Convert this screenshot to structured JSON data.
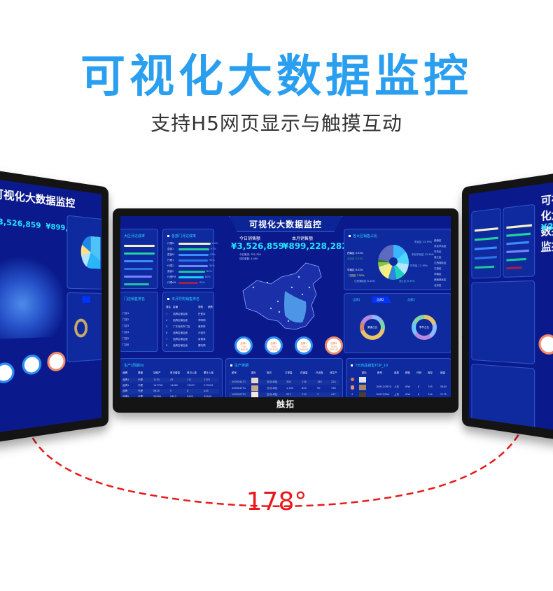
{
  "hero": {
    "title": "可视化大数据监控",
    "subtitle": "支持H5网页显示与触摸互动"
  },
  "angle": {
    "label": "178°",
    "color": "#e8191b"
  },
  "colors": {
    "title_blue": "#2a9ff0",
    "screen_bg": "#0a1a8c",
    "panel_bg": "#0f2a9e",
    "accent_cyan": "#27e0ff",
    "bezel": "#141414"
  },
  "monitor": {
    "brand": "触拓",
    "dashboard": {
      "title": "可视化大数据监控",
      "kpis": {
        "today_label": "今日销售额",
        "today_value": "¥3,526,859",
        "month_label": "本月销售额",
        "month_value": "¥899,228,282",
        "sub_rows": [
          {
            "label": "今日客流:",
            "value": "351,326"
          },
          {
            "label": "成交单数:",
            "value": "4,490"
          }
        ]
      },
      "panels": {
        "region_rate": {
          "title": "大区月达成率",
          "bars": [
            {
              "value": "%",
              "color": "#f5f0c8",
              "width": 86
            },
            {
              "value": "%",
              "color": "#22d3a0",
              "width": 86
            },
            {
              "value": "%",
              "color": "#3b8cff",
              "width": 82
            },
            {
              "value": "%",
              "color": "#2a74e8",
              "width": 80
            },
            {
              "value": "%",
              "color": "#6f86ff",
              "width": 78
            },
            {
              "value": "%",
              "color": "#18c79a",
              "width": 70
            }
          ]
        },
        "dept_rate": {
          "title": "各部门月达成率",
          "bars": [
            {
              "label": "代理M",
              "value": "100%",
              "color": "#f5f0c8",
              "width": 66
            },
            {
              "label": "直营1",
              "value": "97%",
              "color": "#22d3a0",
              "width": 64
            },
            {
              "label": "直营M",
              "value": "93%",
              "color": "#3b8cff",
              "width": 62
            },
            {
              "label": "代理1",
              "value": "92%",
              "color": "#2a74e8",
              "width": 61
            },
            {
              "label": "代理2",
              "value": "92%",
              "color": "#6f86ff",
              "width": 61
            },
            {
              "label": "直营2",
              "value": "84%",
              "color": "#18c79a",
              "width": 56
            },
            {
              "label": "代理PM",
              "value": "80%",
              "color": "#1ec8ff",
              "width": 53
            },
            {
              "label": "代理AM",
              "value": "60%",
              "color": "#a0204a",
              "width": 40
            }
          ]
        },
        "region_share": {
          "title": "各大区销售占比",
          "slices": [
            {
              "name": "东北区",
              "pct": "13.79%"
            },
            {
              "name": "东北华北区",
              "pct": "12.59%"
            },
            {
              "name": "华东区",
              "pct": "11.39%"
            },
            {
              "name": "浙江区",
              "pct": "8.39%"
            },
            {
              "name": "江西湖北区",
              "pct": "8.10%"
            },
            {
              "name": "江西区",
              "pct": "7.50%"
            },
            {
              "name": "华南区",
              "pct": "6.52%"
            },
            {
              "name": "西南区",
              "pct": "4.94%"
            },
            {
              "name": "北京区",
              "pct": "3.03%"
            }
          ],
          "legend": [
            "西南区",
            "东北华北区",
            "华东区",
            "浙江区",
            "江西湖北区",
            "江西区",
            "华南区",
            "西南西北区",
            "北京区"
          ]
        },
        "store_rank": {
          "title": "门店销售排名",
          "rows": [
            "门店1",
            "门店2",
            "门店3",
            "门店4",
            "门店5",
            "门店6"
          ]
        },
        "monthly_rank": {
          "title": "本月导购销售排名",
          "headers": [
            "排名",
            "店铺",
            "导购",
            "销售"
          ],
          "rows": [
            {
              "rank": "3",
              "store": "品牌店铺店面",
              "guide": "任登军"
            },
            {
              "rank": "4",
              "store": "品牌店铺店面",
              "guide": "李明明"
            },
            {
              "rank": "5",
              "store": "广东深圳市门店",
              "guide": "黄婷婷"
            },
            {
              "rank": "6",
              "store": "品牌店铺店面",
              "guide": "卢维杰"
            },
            {
              "rank": "7",
              "store": "品牌店铺店面",
              "guide": "俞雪海"
            },
            {
              "rank": "8",
              "store": "品牌店铺店面",
              "guide": "曹晓娟"
            }
          ]
        },
        "brand_rings": [
          {
            "name": "品牌1",
            "pct": "75%",
            "amount": "1865万",
            "color": "#2c8cf5"
          },
          {
            "name": "品牌2",
            "pct": "76%",
            "amount": "4319万",
            "color": "#2c8cf5"
          },
          {
            "name": "品牌3",
            "pct": "73%",
            "amount": "3968万",
            "color": "#2c8cf5"
          },
          {
            "name": "品牌4",
            "pct": "103%",
            "amount": "5922万",
            "color": "#f08a6a"
          }
        ],
        "brand_tabs": {
          "tabs": [
            "品牌1",
            "品牌2",
            "品牌3"
          ],
          "active": "品牌2",
          "donuts": [
            {
              "center": "渠道占比"
            },
            {
              "center": "季节占比"
            }
          ]
        },
        "production": {
          "title": "生产(周期内)",
          "headers": [
            "品牌",
            "渠道",
            "加班产",
            "单日增量",
            "单日入库",
            "累计入库"
          ],
          "rows": [
            [
              "品牌1",
              "代理",
              "1130",
              "45",
              "111",
              "2370"
            ],
            [
              "品牌1",
              "代理",
              "147706",
              "14562",
              "13057",
              "213049"
            ],
            [
              "品牌",
              "代理",
              "5615",
              "5",
              "8",
              "445"
            ],
            [
              "品牌2",
              "代理",
              "30590",
              "2817",
              "3432",
              "52545"
            ]
          ]
        },
        "produce_order": {
          "title": "生产排期",
          "headers": [
            "款号",
            "图片",
            "批次",
            "订单量",
            "在途量",
            "已出库",
            "待生产"
          ],
          "rows": [
            [
              "100504471",
              "",
              "五月(4批)",
              "300",
              "134",
              "140",
              "224"
            ],
            [
              "100504751",
              "",
              "五月(4批)",
              "1,300",
              "820",
              "90",
              "726"
            ],
            [
              "100520721",
              "",
              "五月(4批)",
              "527",
              "110",
              "3",
              "417"
            ]
          ]
        },
        "top10": {
          "title": "7天商品销售TOP_10",
          "headers": [
            "排名",
            "图片",
            "款号",
            "品类",
            "颜色",
            "尺码",
            "库存",
            "销量"
          ],
          "rows": [
            [
              "1",
              "",
              "",
              "",
              "",
              "",
              "",
              ""
            ],
            [
              "2",
              "",
              "1MA1Q7R7Q",
              "上衣",
              "WW",
              "8",
              "745",
              "5840"
            ],
            [
              "3",
              "",
              "1MA7Q5N1",
              "上衣",
              "WW",
              "8",
              "744",
              "2175"
            ]
          ]
        }
      }
    }
  }
}
